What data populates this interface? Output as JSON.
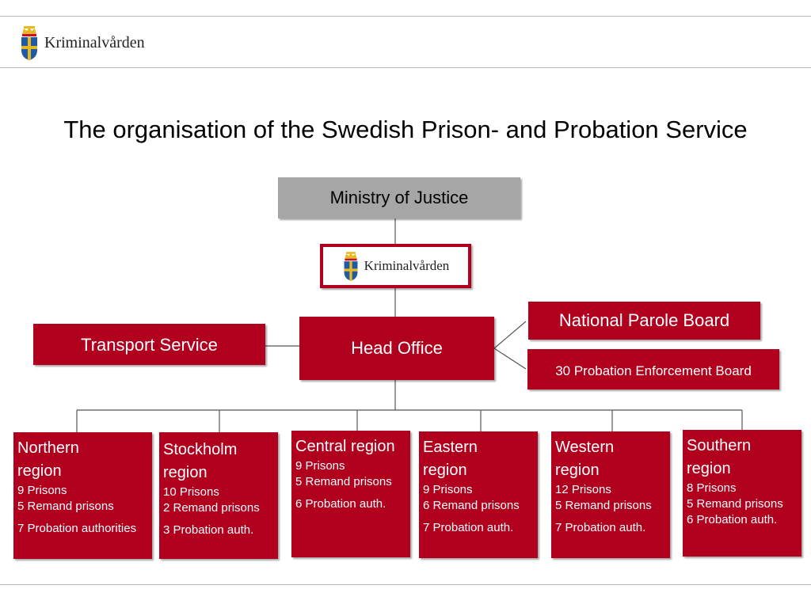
{
  "header": {
    "logo_text": "Kriminalvården"
  },
  "slide": {
    "title": "The organisation of the Swedish Prison- and Probation Service"
  },
  "org": {
    "ministry": "Ministry of Justice",
    "agency_logo_text": "Kriminalvården",
    "head_office": "Head Office",
    "transport": "Transport Service",
    "parole_board": "National Parole Board",
    "enforcement_board": "30 Probation Enforcement Board",
    "regions": [
      {
        "name": "Northern region",
        "prisons": "9 Prisons",
        "remand": "5 Remand prisons",
        "probation": "7 Probation authorities"
      },
      {
        "name": "Stockholm region",
        "prisons": "10 Prisons",
        "remand": "2 Remand prisons",
        "probation": "3 Probation auth."
      },
      {
        "name": "Central region",
        "prisons": "9 Prisons",
        "remand": "5 Remand prisons",
        "probation": "6 Probation auth."
      },
      {
        "name": "Eastern region",
        "prisons": "9 Prisons",
        "remand": "6 Remand prisons",
        "probation": "7 Probation auth."
      },
      {
        "name": "Western region",
        "prisons": "12 Prisons",
        "remand": "5 Remand prisons",
        "probation": "7 Probation auth."
      },
      {
        "name": "Southern region",
        "prisons": "8 Prisons",
        "remand": "5 Remand prisons",
        "probation": "6 Probation auth."
      }
    ]
  },
  "colors": {
    "brand_red": "#b0001e",
    "ministry_gray": "#a6a6a6",
    "crest_blue": "#1f5aa6",
    "crest_gold": "#e8b820"
  }
}
